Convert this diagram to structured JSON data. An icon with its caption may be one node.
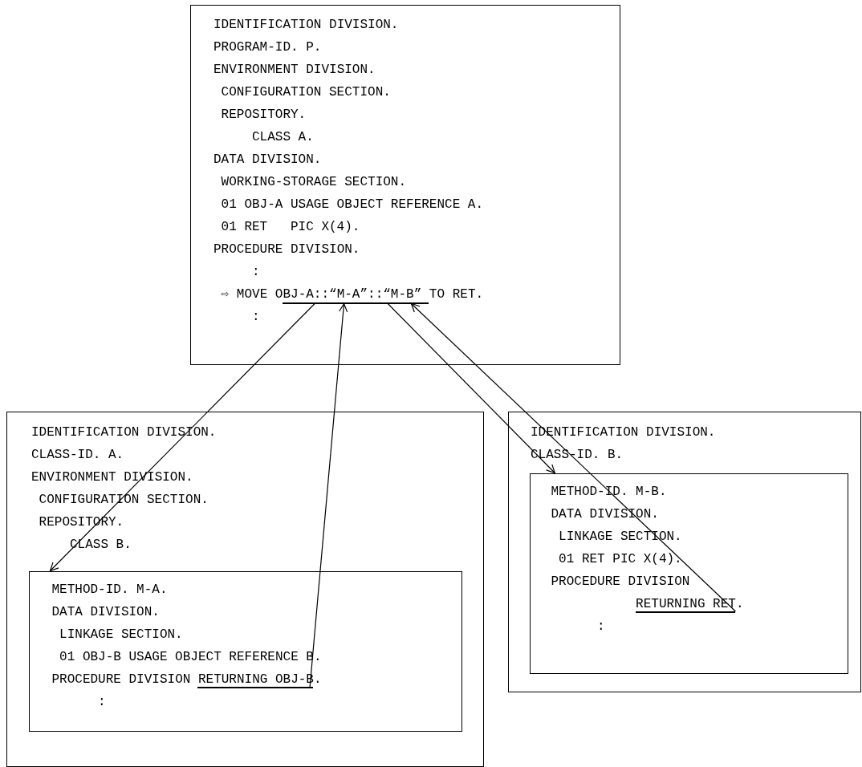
{
  "diagram": {
    "nodes": [
      {
        "text": [
          "IDENTIFICATION DIVISION.",
          "PROGRAM-ID. P.",
          "ENVIRONMENT DIVISION.",
          "CONFIGURATION SECTION.",
          "REPOSITORY.",
          "CLASS A.",
          "DATA DIVISION.",
          "WORKING-STORAGE SECTION.",
          "01 OBJ-A USAGE OBJECT REFERENCE A.",
          "01 RET   PIC X(4).",
          "PROCEDURE DIVISION.",
          ":",
          "⇨ MOVE OBJ-A::“M-A”::“M-B” TO RET.",
          ":"
        ]
      },
      {
        "text": [],
        "shape": "line",
        "in": 0
      },
      {
        "text": [
          "IDENTIFICATION DIVISION.",
          "CLASS-ID. A.",
          "ENVIRONMENT DIVISION.",
          "CONFIGURATION SECTION.",
          "REPOSITORY.",
          "CLASS B."
        ]
      },
      {
        "text": [
          "METHOD-ID. M-A.",
          "DATA DIVISION.",
          "LINKAGE SECTION.",
          "01 OBJ-B USAGE OBJECT REFERENCE B.",
          "PROCEDURE DIVISION RETURNING OBJ-B.",
          ":"
        ],
        "in": 2
      },
      {
        "text": [],
        "shape": "line",
        "in": 3
      },
      {
        "text": [
          "IDENTIFICATION DIVISION.",
          "CLASS-ID. B."
        ]
      },
      {
        "text": [
          "METHOD-ID. M-B.",
          "DATA DIVISION.",
          "LINKAGE SECTION.",
          "01 RET PIC X(4).",
          "PROCEDURE DIVISION",
          "RETURNING RET.",
          ":"
        ],
        "in": 5
      },
      {
        "text": [],
        "shape": "line",
        "in": 6
      }
    ],
    "edges": [
      {
        "from": 1,
        "to": 3,
        "arrow": "to"
      },
      {
        "from": 4,
        "to": 1,
        "arrow": "to"
      },
      {
        "from": 1,
        "to": 6,
        "arrow": "to"
      },
      {
        "from": 7,
        "to": 1,
        "arrow": "to"
      }
    ]
  }
}
